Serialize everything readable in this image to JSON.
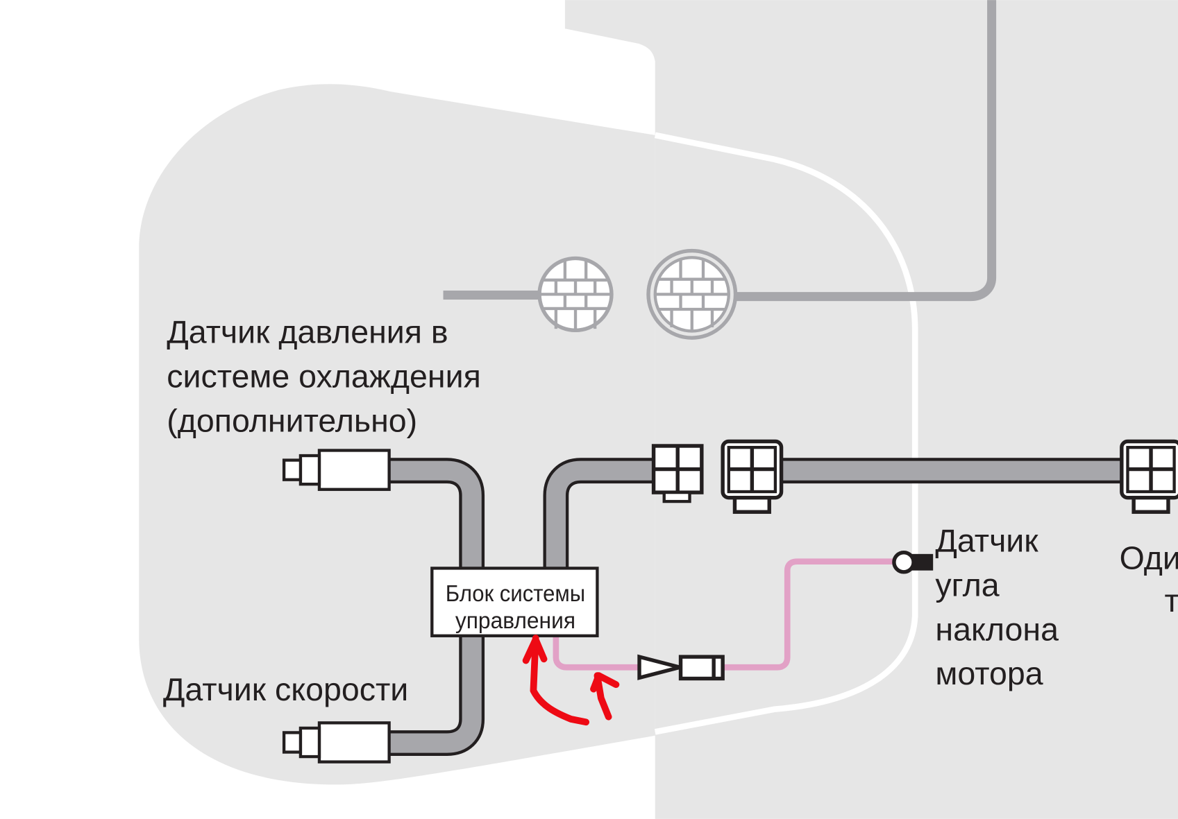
{
  "colors": {
    "background": "#ffffff",
    "body_fill": "#e6e6e6",
    "outline_white": "#ffffff",
    "pipe": "#a7a7ab",
    "cable_fill": "#a7a7ab",
    "cable_outline": "#231f20",
    "pink_wire": "#e2a1c6",
    "annotation_red": "#ee0a14"
  },
  "labels": {
    "pressure_sensor": [
      "Датчик давления в",
      "системе охлаждения",
      "(дополнительно)"
    ],
    "speed_sensor": "Датчик скорости",
    "control_unit": [
      "Блок системы",
      "управления"
    ],
    "tilt_sensor": [
      "Датчик",
      "угла",
      "наклона",
      "мотора"
    ],
    "cut_off_right": [
      "Оди",
      "т"
    ]
  },
  "icons": {
    "sensor": "sensor-connector-icon",
    "grid_connector": "four-pin-connector-icon",
    "grille": "round-grille-icon",
    "plug": "inline-plug-icon",
    "ring_terminal": "ring-terminal-icon",
    "annotation": "hand-drawn-arrow-icon"
  }
}
